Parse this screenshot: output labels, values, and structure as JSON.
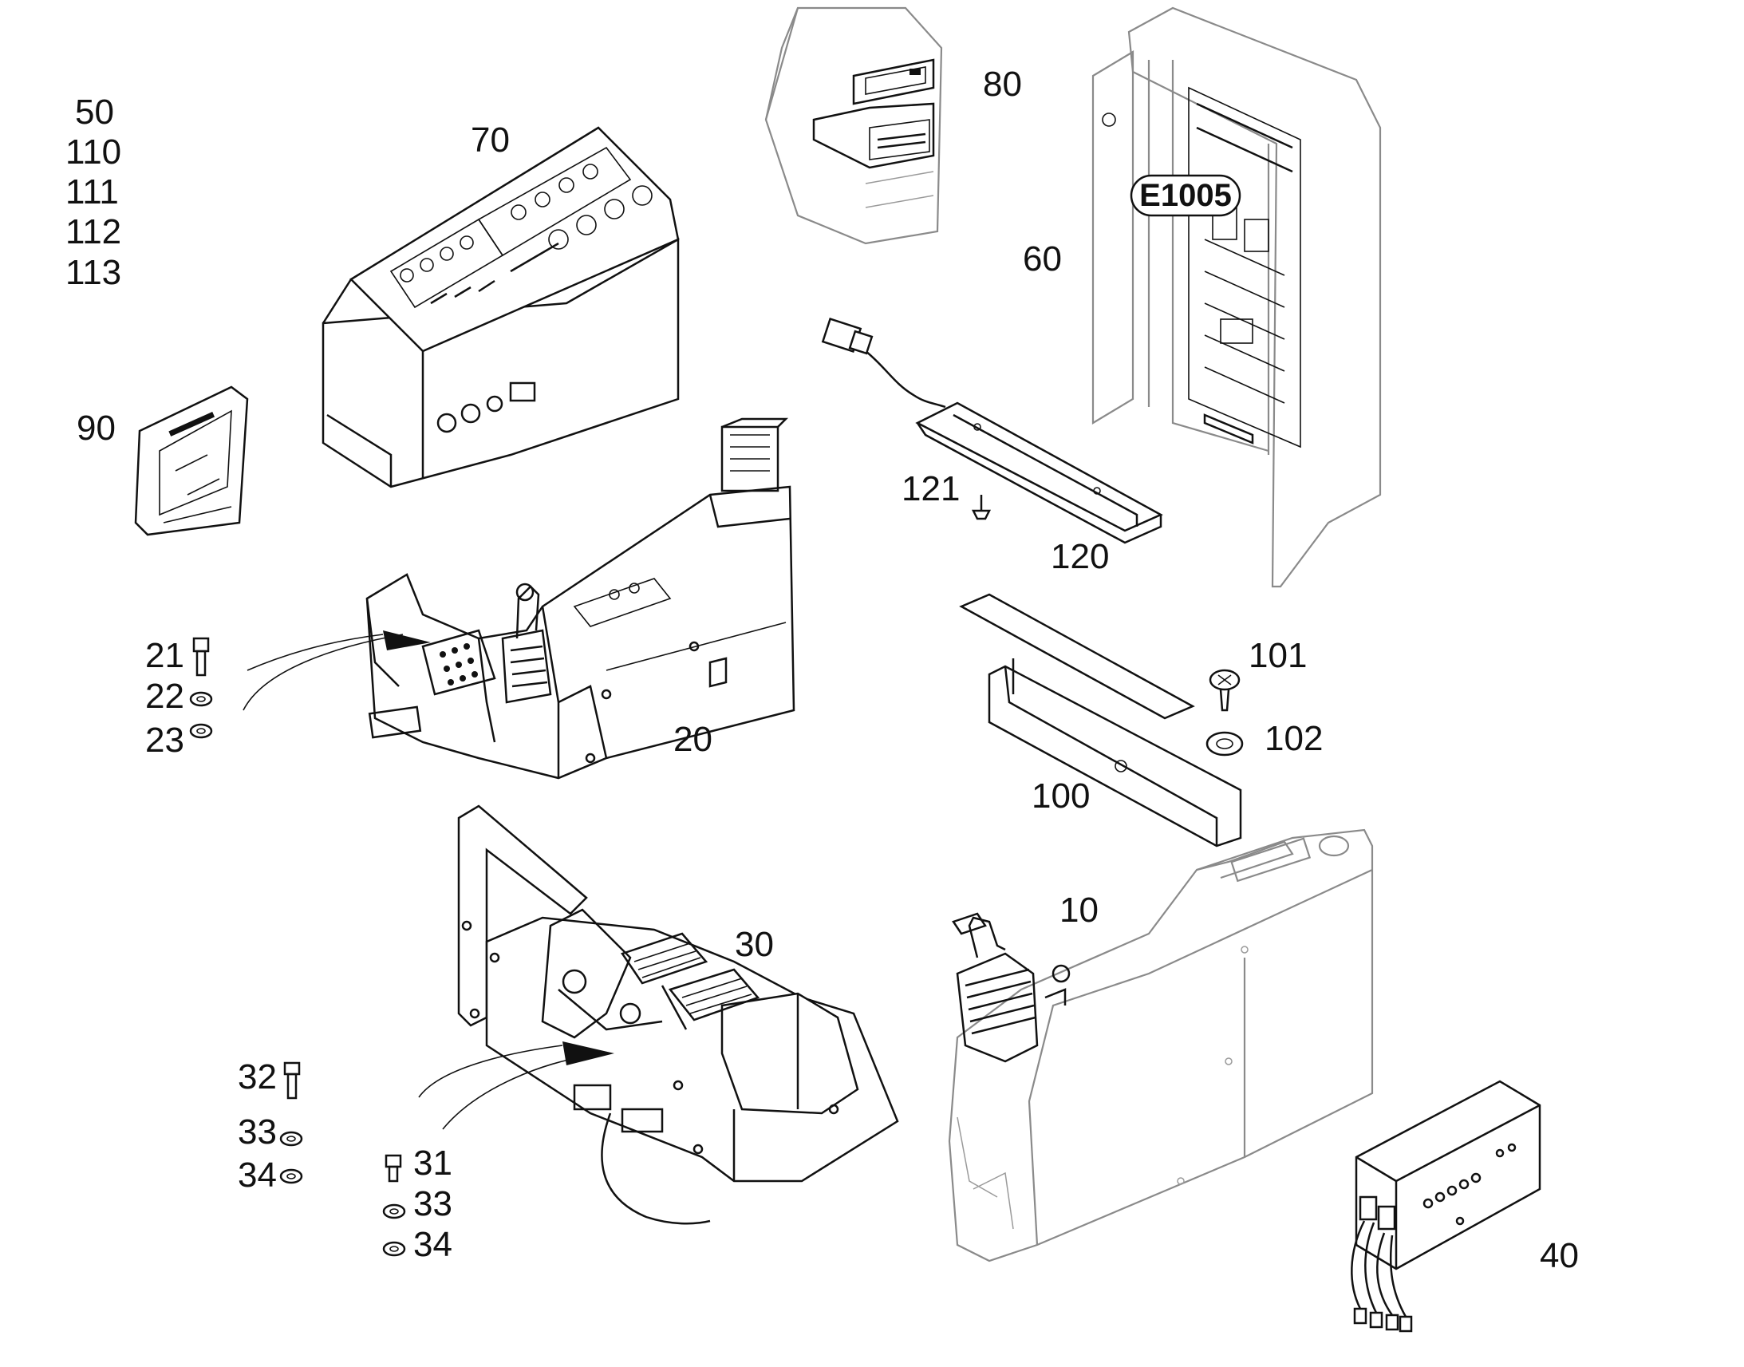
{
  "diagram": {
    "labels": {
      "l10": "10",
      "l20": "20",
      "l21": "21",
      "l22": "22",
      "l23": "23",
      "l30": "30",
      "l31": "31",
      "l32": "32",
      "l33a": "33",
      "l33b": "33",
      "l34a": "34",
      "l34b": "34",
      "l40": "40",
      "l50": "50",
      "l60": "60",
      "l70": "70",
      "l80": "80",
      "l90": "90",
      "l100": "100",
      "l101": "101",
      "l102": "102",
      "l110": "110",
      "l111": "111",
      "l112": "112",
      "l113": "113",
      "l120": "120",
      "l121": "121"
    },
    "badge": "E1005"
  }
}
